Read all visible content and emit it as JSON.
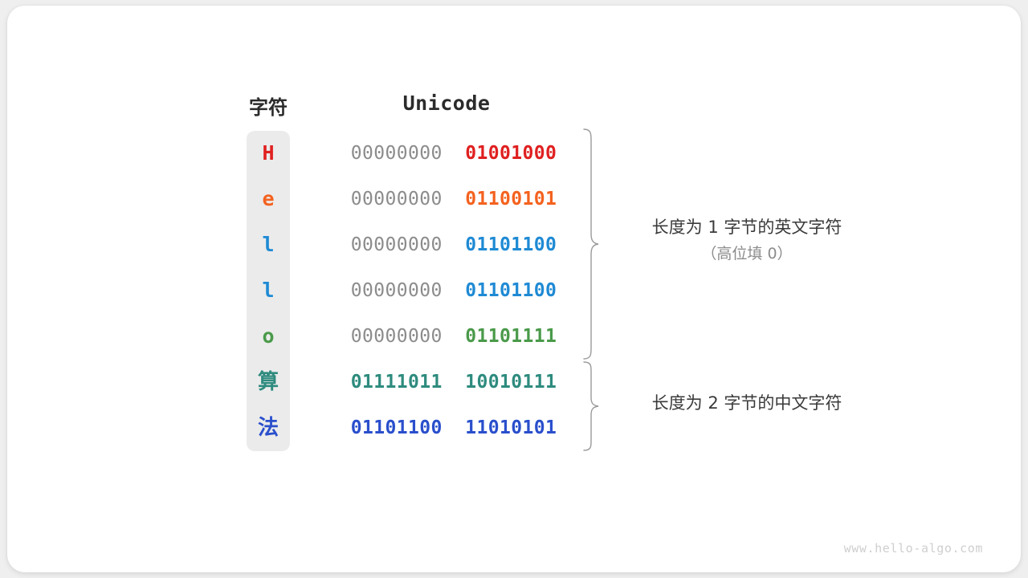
{
  "figure": {
    "headers": {
      "character": "字符",
      "unicode": "Unicode"
    },
    "rows": [
      {
        "char": "H",
        "char_color": "#e02020",
        "high_byte": "00000000",
        "low_byte": "01001000",
        "byte_color": "#e02020",
        "cjk": false
      },
      {
        "char": "e",
        "char_color": "#f4621f",
        "high_byte": "00000000",
        "low_byte": "01100101",
        "byte_color": "#f4621f",
        "cjk": false
      },
      {
        "char": "l",
        "char_color": "#1f8ad4",
        "high_byte": "00000000",
        "low_byte": "01101100",
        "byte_color": "#1f8ad4",
        "cjk": false
      },
      {
        "char": "l",
        "char_color": "#1f8ad4",
        "high_byte": "00000000",
        "low_byte": "01101100",
        "byte_color": "#1f8ad4",
        "cjk": false
      },
      {
        "char": "o",
        "char_color": "#4a9a4a",
        "high_byte": "00000000",
        "low_byte": "01101111",
        "byte_color": "#4a9a4a",
        "cjk": false
      },
      {
        "char": "算",
        "char_color": "#2e8b7e",
        "high_byte": "01111011",
        "low_byte": "10010111",
        "byte_color": "#2e8b7e",
        "cjk": true
      },
      {
        "char": "法",
        "char_color": "#2a4fcc",
        "high_byte": "01101100",
        "low_byte": "11010101",
        "byte_color": "#2a4fcc",
        "cjk": true
      }
    ],
    "annotations": [
      {
        "main": "长度为 1 字节的英文字符",
        "sub": "（高位填 0）"
      },
      {
        "main": "长度为 2 字节的中文字符",
        "sub": ""
      }
    ],
    "high_byte_color": "#8c8c8c",
    "column_background": "#ebebeb",
    "brace_color": "#9a9a9a",
    "watermark": "www.hello-algo.com"
  }
}
